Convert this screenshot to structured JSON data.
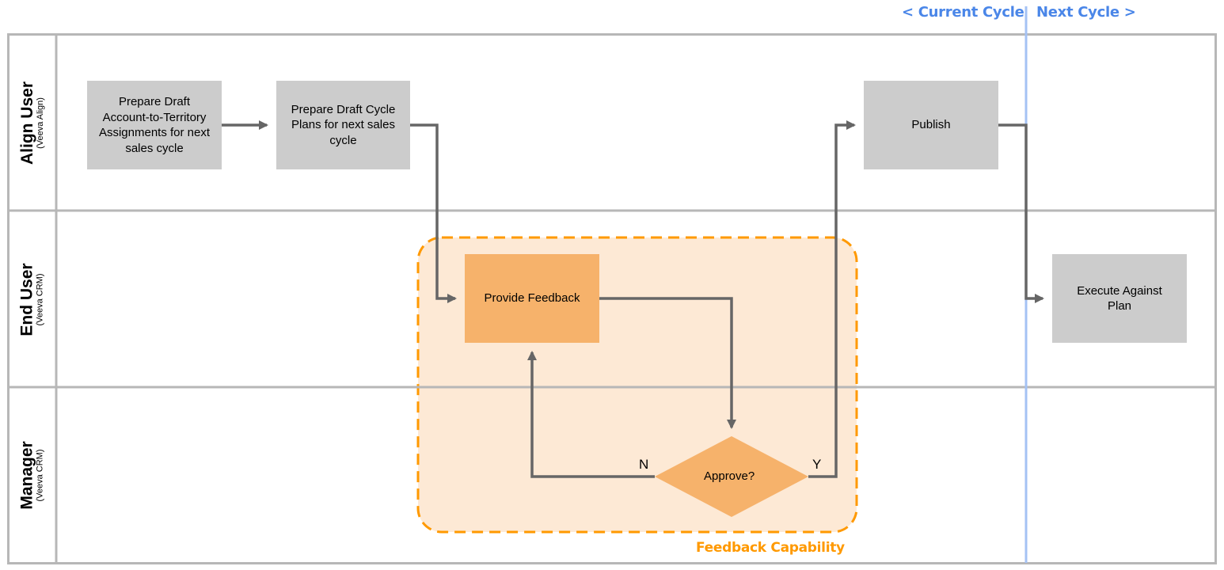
{
  "cycle_markers": {
    "current": "< Current Cycle",
    "next": "Next Cycle >",
    "divider_color": "#a4c2f4",
    "label_color": "#4a86e8"
  },
  "lanes": [
    {
      "role": "Align User",
      "system": "(Veeva Align)"
    },
    {
      "role": "End User",
      "system": "(Veeva CRM)"
    },
    {
      "role": "Manager",
      "system": "(Veeva CRM)"
    }
  ],
  "steps": {
    "draft_assignments": "Prepare Draft Account-to-Territory Assignments for next sales cycle",
    "draft_cycle_plans": "Prepare Draft Cycle Plans for next sales cycle",
    "publish": "Publish",
    "provide_feedback": "Provide Feedback",
    "execute_plan": "Execute Against Plan"
  },
  "decision": {
    "label": "Approve?",
    "no_label": "N",
    "yes_label": "Y"
  },
  "feedback_region": {
    "label": "Feedback Capability",
    "border_color": "#ff9900",
    "fill_color": "#fde9d5"
  },
  "colors": {
    "process_box": "#cccccc",
    "feedback_box": "#f6b26b",
    "connector": "#666666",
    "lane_border": "#b7b7b7"
  }
}
